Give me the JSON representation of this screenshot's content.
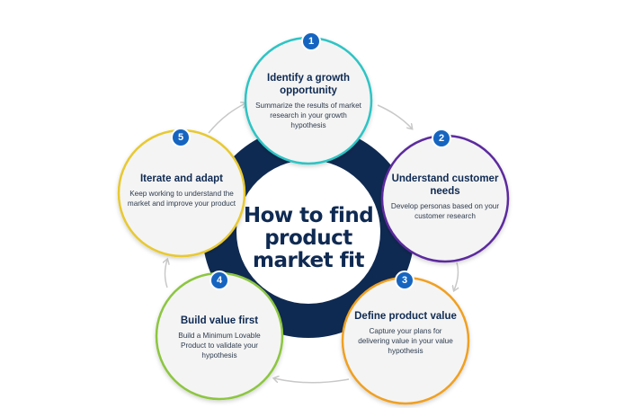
{
  "center": {
    "title": "How to find product market fit"
  },
  "steps": [
    {
      "number": "1",
      "title": "Identify a growth opportunity",
      "description": "Summarize the results of market research in your growth hypothesis",
      "color": "#2ec4c4"
    },
    {
      "number": "2",
      "title": "Understand customer needs",
      "description": "Develop personas based on your customer research",
      "color": "#5b2a9e"
    },
    {
      "number": "3",
      "title": "Define product value",
      "description": "Capture your plans for delivering value in your value hypothesis",
      "color": "#f0a020"
    },
    {
      "number": "4",
      "title": "Build value first",
      "description": "Build a Minimum Lovable Product to validate your hypothesis",
      "color": "#8cc63f"
    },
    {
      "number": "5",
      "title": "Iterate and adapt",
      "description": "Keep working to understand the market and improve your product",
      "color": "#e8c930"
    }
  ],
  "colors": {
    "ring": "#0f2a52",
    "badge": "#1565c0",
    "arrows": "#c8c8c8"
  }
}
